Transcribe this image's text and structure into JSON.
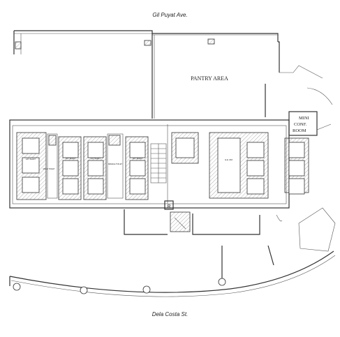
{
  "streets": {
    "top": "Gil Puyat Ave.",
    "bottom": "Dela Costa St."
  },
  "rooms": {
    "pantry": "PANTRY AREA",
    "mini_conf": [
      "MINI",
      "CONF.",
      "ROOM"
    ],
    "stair_marker": "R"
  },
  "small_labels": {
    "lift_shaft": "LIFT SHAFT",
    "male_toilet": "MALE TOILET",
    "female_toilet": "FEMALE TOILET",
    "elec_rm": "E.E. RM."
  }
}
